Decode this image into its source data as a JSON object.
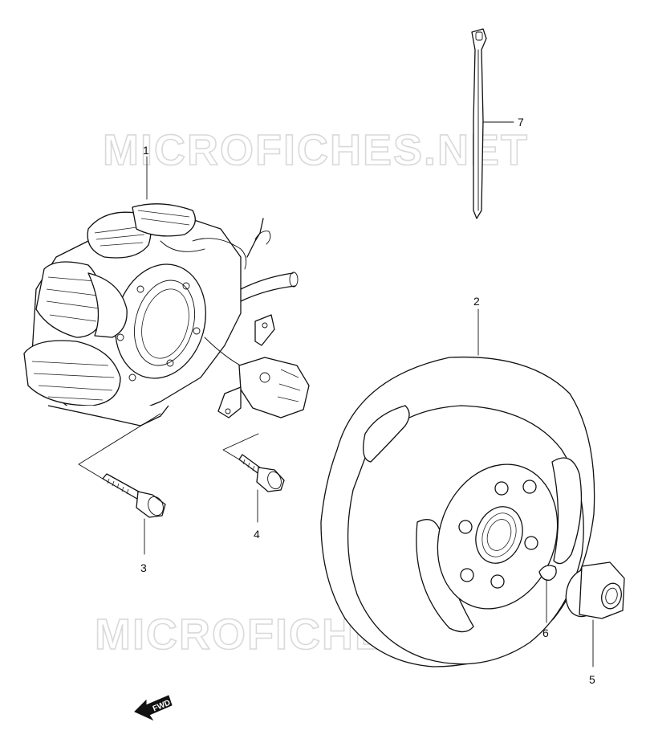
{
  "watermark": {
    "text_top": "MICROFICHES.NET",
    "text_bottom": "MICROFICHES.NET",
    "color": "#d9d9d9"
  },
  "callouts": {
    "c1": "1",
    "c2": "2",
    "c3": "3",
    "c4": "4",
    "c5": "5",
    "c6": "6",
    "c7": "7"
  },
  "fwd": {
    "label": "FWD"
  },
  "parts": {
    "stator": "stator-assembly",
    "rotor": "flywheel-rotor",
    "bolt3": "stator-bolt",
    "bolt4": "pickup-bolt",
    "nut5": "rotor-nut",
    "key6": "woodruff-key",
    "tie7": "cable-tie"
  }
}
